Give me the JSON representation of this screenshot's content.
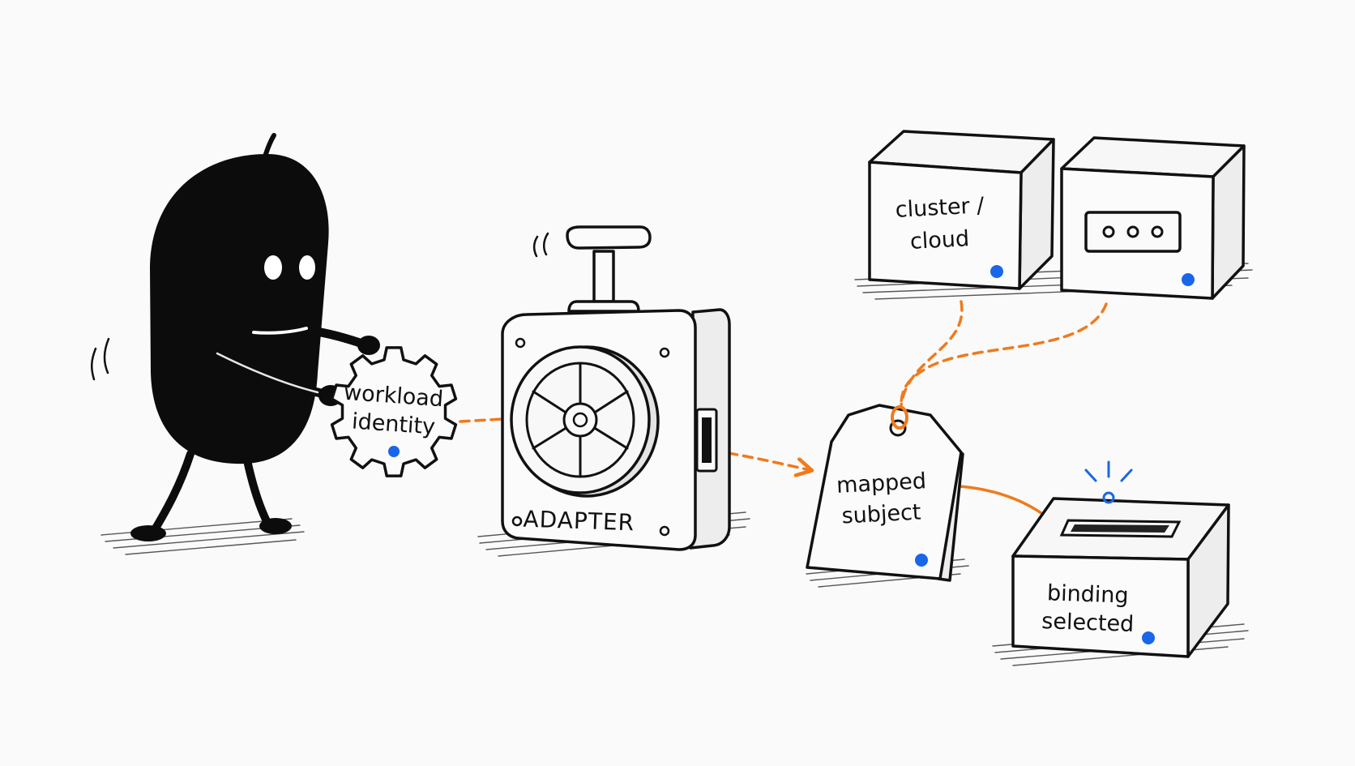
{
  "colors": {
    "accent": "#f07a1c",
    "dot": "#1a66e8",
    "ink": "#111111",
    "character": "#0c0c0c"
  },
  "nodes": {
    "gear": {
      "line1": "workload",
      "line2": "identity"
    },
    "adapter": {
      "label": "ADAPTER"
    },
    "cluster": {
      "line1": "cluster /",
      "line2": "cloud"
    },
    "tag": {
      "line1": "mapped",
      "line2": "subject"
    },
    "binding": {
      "line1": "binding",
      "line2": "selected"
    }
  },
  "icons": [
    "character-figure",
    "gear-icon",
    "adapter-machine",
    "cube-icon",
    "tag-icon",
    "ballot-box-icon",
    "status-dot-icon"
  ]
}
